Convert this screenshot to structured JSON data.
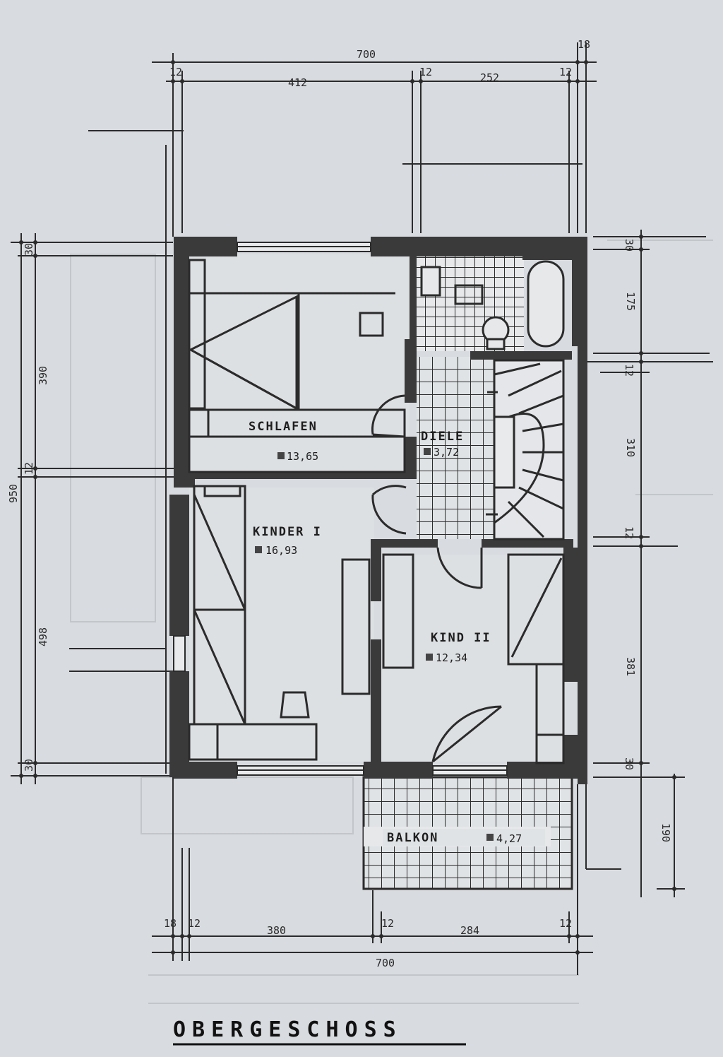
{
  "title": "OBERGESCHOSS",
  "rooms": {
    "schlafen": {
      "label": "SCHLAFEN",
      "area": "13,65"
    },
    "diele": {
      "label": "DIELE",
      "area": "3,72"
    },
    "kinder1": {
      "label": "KINDER I",
      "area": "16,93"
    },
    "kind2": {
      "label": "KIND II",
      "area": "12,34"
    },
    "balkon": {
      "label": "BALKON",
      "area": "4,27"
    }
  },
  "dimensions": {
    "top_total": "700",
    "top_left": "412",
    "top_right": "252",
    "top_wall_left": "12",
    "top_wall_mid": "12",
    "top_wall_right": "12",
    "top_corner": "18",
    "bottom_total": "700",
    "bottom_left": "380",
    "bottom_right": "284",
    "bottom_wall_a": "18",
    "bottom_wall_b": "12",
    "bottom_wall_mid": "12",
    "bottom_wall_right": "12",
    "left_total": "950",
    "left_upper": "390",
    "left_lower": "498",
    "left_top_wall": "30",
    "left_mid_wall": "12",
    "left_bottom_wall": "30",
    "right_top": "175",
    "right_mid": "310",
    "right_lower": "381",
    "right_balcony": "190",
    "right_top_wall": "30",
    "right_wall_1": "12",
    "right_wall_2": "12",
    "right_bottom_wall": "30"
  },
  "colors": {
    "paper": "#d8dbdf",
    "ink": "#2b2b2b",
    "wall": "#3a3a3a"
  }
}
